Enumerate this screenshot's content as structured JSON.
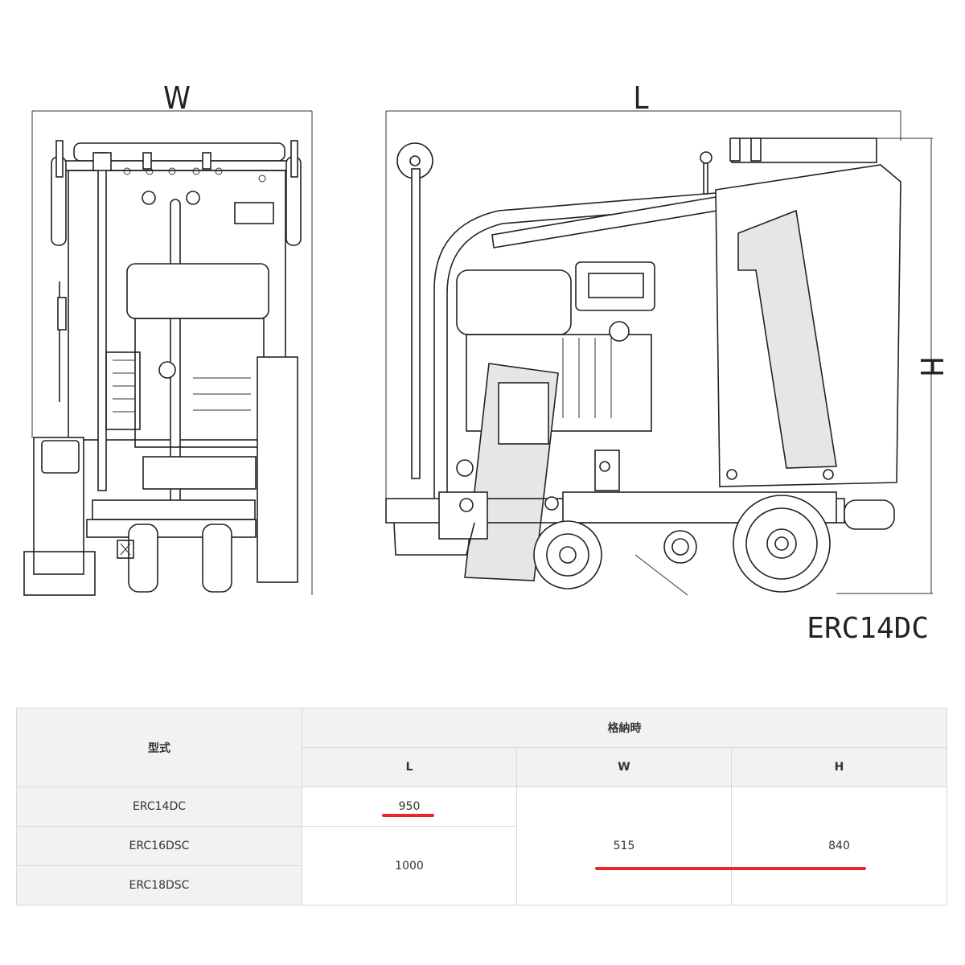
{
  "drawing": {
    "width_label": "W",
    "length_label": "L",
    "height_label": "H",
    "model_label": "ERC14DC"
  },
  "table": {
    "model_header": "型式",
    "group_header": "格納時",
    "col_l": "L",
    "col_w": "W",
    "col_h": "H",
    "rows": [
      {
        "model": "ERC14DC",
        "l": "950"
      },
      {
        "model": "ERC16DSC",
        "l": "1000"
      },
      {
        "model": "ERC18DSC"
      }
    ],
    "w_value": "515",
    "h_value": "840"
  },
  "colors": {
    "highlight": "#e8262b"
  }
}
